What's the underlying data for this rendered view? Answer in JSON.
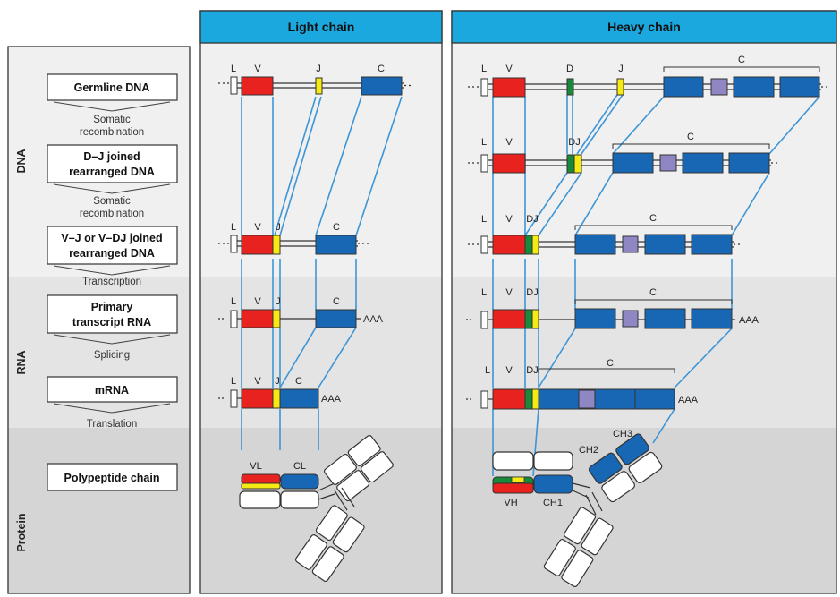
{
  "headers": {
    "light": "Light chain",
    "heavy": "Heavy chain"
  },
  "sections": {
    "dna": "DNA",
    "rna": "RNA",
    "protein": "Protein"
  },
  "steps": [
    {
      "line1": "Germline DNA",
      "line2": ""
    },
    {
      "line1": "D–J joined",
      "line2": "rearranged DNA"
    },
    {
      "line1": "V–J or V–DJ joined",
      "line2": "rearranged DNA"
    },
    {
      "line1": "Primary",
      "line2": "transcript RNA"
    },
    {
      "line1": "mRNA",
      "line2": ""
    },
    {
      "line1": "Polypeptide chain",
      "line2": ""
    }
  ],
  "transitions": [
    {
      "line1": "Somatic",
      "line2": "recombination"
    },
    {
      "line1": "Somatic",
      "line2": "recombination"
    },
    {
      "line1": "Transcription",
      "line2": ""
    },
    {
      "line1": "Splicing",
      "line2": ""
    },
    {
      "line1": "Translation",
      "line2": ""
    }
  ],
  "segments": {
    "L": "L",
    "V": "V",
    "D": "D",
    "J": "J",
    "C": "C",
    "DJ": "DJ",
    "polyA": "AAA"
  },
  "domains": {
    "VL": "VL",
    "CL": "CL",
    "VH": "VH",
    "CH1": "CH1",
    "CH2": "CH2",
    "CH3": "CH3"
  },
  "colors": {
    "V": "#e8231f",
    "J": "#f5ea14",
    "D": "#178a3a",
    "C": "#1767b5",
    "hinge": "#8e87c4",
    "header": "#1ba8df",
    "link": "#3d95d6"
  }
}
